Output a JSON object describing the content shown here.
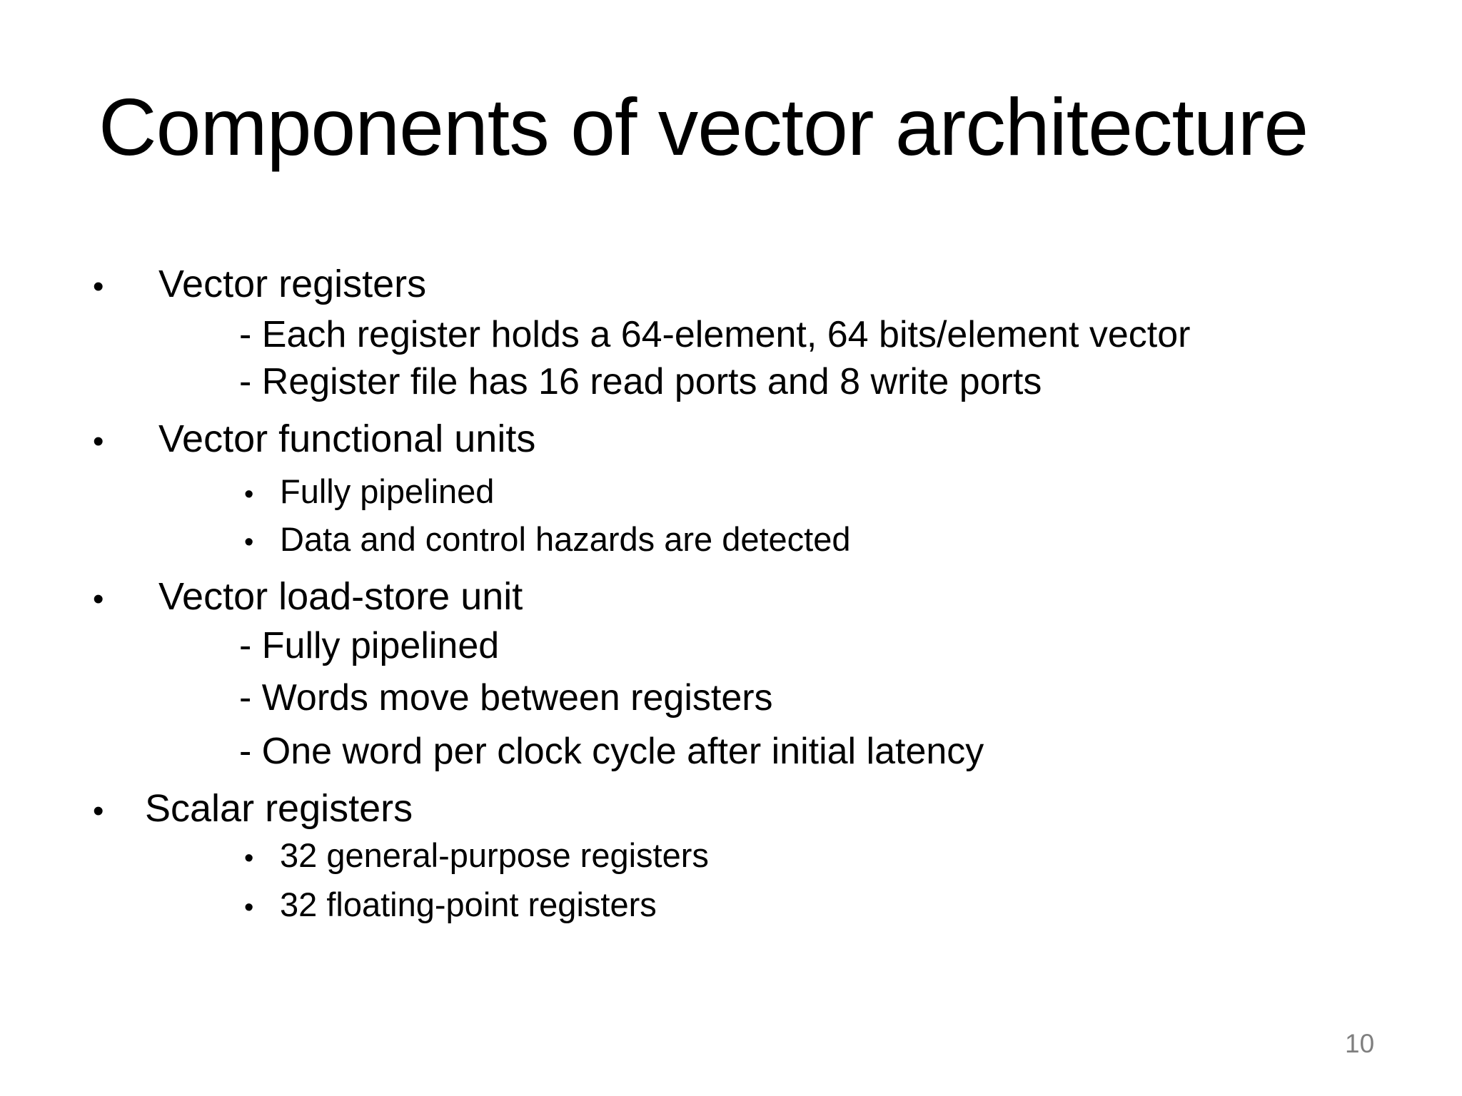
{
  "slide": {
    "title": "Components of vector architecture",
    "page_number": "10",
    "colors": {
      "background": "#ffffff",
      "text": "#000000",
      "page_number": "#7f7f7f"
    },
    "bullets": [
      {
        "level": "main",
        "marker": "•",
        "text": "Vector registers"
      },
      {
        "level": "dash",
        "text": "- Each register holds a 64-element, 64 bits/element vector"
      },
      {
        "level": "dash",
        "text": "- Register file has 16 read ports and 8 write ports"
      },
      {
        "level": "main",
        "marker": "•",
        "text": "Vector functional units"
      },
      {
        "level": "sub",
        "marker": "•",
        "text": "Fully pipelined"
      },
      {
        "level": "sub",
        "marker": "•",
        "text": "Data and control hazards are detected"
      },
      {
        "level": "main",
        "marker": "•",
        "text": "Vector load-store unit"
      },
      {
        "level": "dash",
        "text": "- Fully pipelined"
      },
      {
        "level": "dash",
        "text": "- Words move between registers"
      },
      {
        "level": "dash",
        "text": "- One word per clock cycle after initial latency"
      },
      {
        "level": "main",
        "marker": "•",
        "text": "Scalar registers"
      },
      {
        "level": "sub",
        "marker": "•",
        "text": "32 general-purpose registers"
      },
      {
        "level": "sub",
        "marker": "•",
        "text": "32 floating-point registers"
      }
    ]
  }
}
